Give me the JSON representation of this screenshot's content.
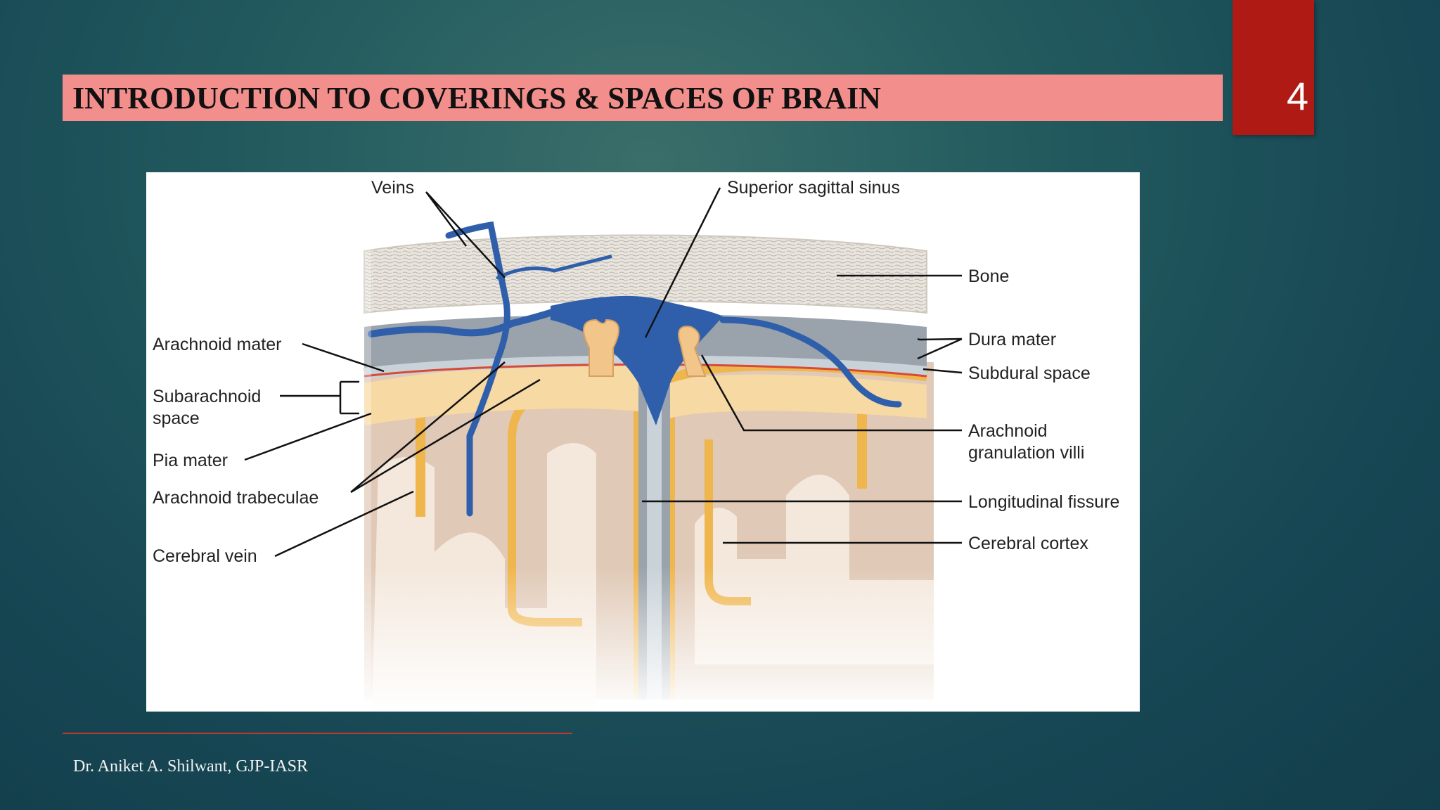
{
  "slide": {
    "title": "INTRODUCTION TO COVERINGS & SPACES OF BRAIN",
    "page_number": "4",
    "footer": "Dr. Aniket A. Shilwant, GJP-IASR"
  },
  "diagram": {
    "labels": {
      "veins": "Veins",
      "superior_sagittal_sinus": "Superior sagittal sinus",
      "bone": "Bone",
      "dura_mater": "Dura mater",
      "subdural_space": "Subdural space",
      "arachnoid_granulation_1": "Arachnoid",
      "arachnoid_granulation_2": "granulation villi",
      "longitudinal_fissure": "Longitudinal fissure",
      "cerebral_cortex": "Cerebral cortex",
      "arachnoid_mater": "Arachnoid mater",
      "subarachnoid_1": "Subarachnoid",
      "subarachnoid_2": "space",
      "pia_mater": "Pia mater",
      "arachnoid_trabeculae": "Arachnoid trabeculae",
      "cerebral_vein": "Cerebral vein"
    }
  }
}
